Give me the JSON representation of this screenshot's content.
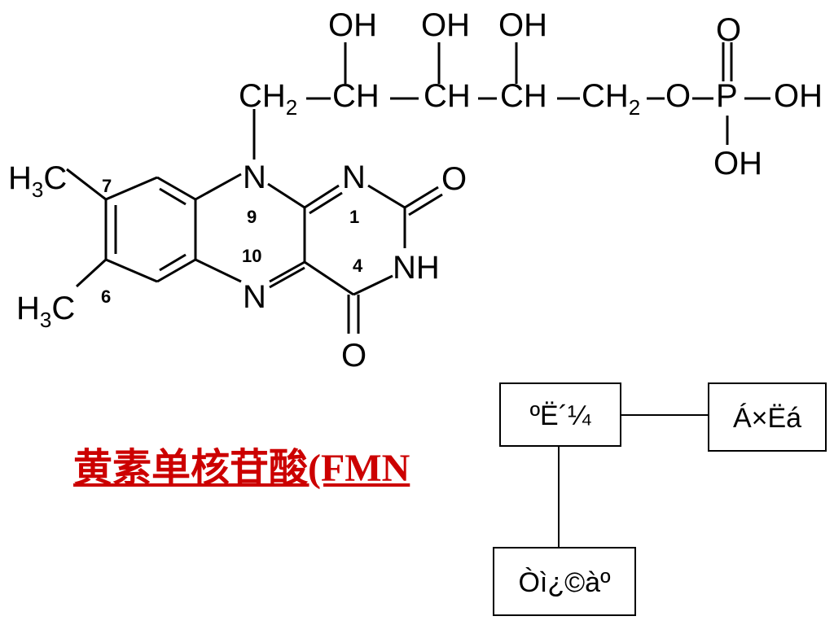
{
  "structure": {
    "atoms": {
      "oh1": "OH",
      "oh2": "OH",
      "oh3": "OH",
      "ch2_a": "CH",
      "ch2_a_sub": "2",
      "ch_1": "CH",
      "ch_2": "CH",
      "ch_3": "CH",
      "ch2_b": "CH",
      "ch2_b_sub": "2",
      "o_link": "O",
      "p": "P",
      "o_double": "O",
      "oh_right": "OH",
      "oh_down": "OH",
      "n9": "N",
      "n1": "N",
      "n10": "N",
      "nh": "NH",
      "o_top": "O",
      "o_bottom": "O",
      "h3c_top": "H",
      "h3c_top_sub": "3",
      "h3c_top_c": "C",
      "h3c_bot": "H",
      "h3c_bot_sub": "3",
      "h3c_bot_c": "C"
    },
    "numbers": {
      "n7": "7",
      "n6": "6",
      "n9": "9",
      "n1": "1",
      "n10": "10",
      "n4": "4"
    }
  },
  "caption": "黄素单核苷酸(FMN",
  "boxes": {
    "top_left": "ºË´¼",
    "top_right": "Á×Ëá",
    "bottom": "Òì¿©àº"
  },
  "colors": {
    "caption": "#cc0000",
    "lines": "#000000"
  }
}
